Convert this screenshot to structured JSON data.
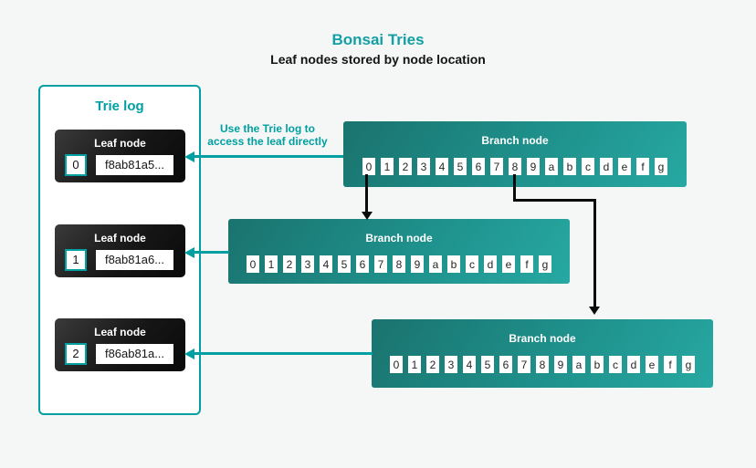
{
  "title": "Bonsai Tries",
  "subtitle": "Leaf nodes stored by node location",
  "annotation": {
    "line1": "Use the Trie log to",
    "line2": "access the leaf directly"
  },
  "trie_log": {
    "title": "Trie log",
    "leaves": [
      {
        "label": "Leaf node",
        "index": "0",
        "hash": "f8ab81a5..."
      },
      {
        "label": "Leaf node",
        "index": "1",
        "hash": "f8ab81a6..."
      },
      {
        "label": "Leaf node",
        "index": "2",
        "hash": "f86ab81a..."
      }
    ]
  },
  "branches": [
    {
      "label": "Branch node",
      "cells": [
        "0",
        "1",
        "2",
        "3",
        "4",
        "5",
        "6",
        "7",
        "8",
        "9",
        "a",
        "b",
        "c",
        "d",
        "e",
        "f",
        "g"
      ]
    },
    {
      "label": "Branch node",
      "cells": [
        "0",
        "1",
        "2",
        "3",
        "4",
        "5",
        "6",
        "7",
        "8",
        "9",
        "a",
        "b",
        "c",
        "d",
        "e",
        "f",
        "g"
      ]
    },
    {
      "label": "Branch node",
      "cells": [
        "0",
        "1",
        "2",
        "3",
        "4",
        "5",
        "6",
        "7",
        "8",
        "9",
        "a",
        "b",
        "c",
        "d",
        "e",
        "f",
        "g"
      ]
    }
  ],
  "colors": {
    "accent_teal": "#00a0a2",
    "branch_gradient_dark": "#1a736e",
    "branch_gradient_light": "#27a8a2",
    "leaf_gradient_dark": "#0a0a0a",
    "leaf_gradient_light": "#3a3a3a",
    "arrow_black": "#0b0b0b",
    "background": "#f5f6f6"
  }
}
